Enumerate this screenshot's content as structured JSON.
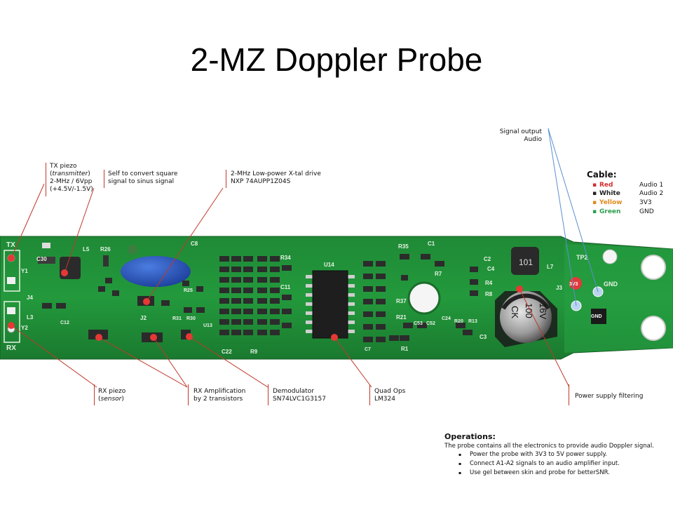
{
  "title": "2-MZ Doppler Probe",
  "labels": {
    "tx_piezo": {
      "line1": "TX piezo",
      "line2": "transmitter",
      "line3": "2-MHz / 6Vpp",
      "line4": "(+4.5V/-1.5V)"
    },
    "self": {
      "line1": "Self to convert square",
      "line2": "signal to sinus signal"
    },
    "xtal": {
      "line1": "2-MHz Low-power X-tal drive",
      "line2": "NXP 74AUPP1Z04S"
    },
    "signal_output": {
      "line1": "Signal output",
      "line2": "Audio"
    },
    "rx_piezo": {
      "line1": "RX piezo",
      "line2": "sensor"
    },
    "rx_amp": {
      "line1": "RX Amplification",
      "line2": "by 2 transistors"
    },
    "demod": {
      "line1": "Demodulator",
      "line2": "SN74LVC1G3157"
    },
    "quad_ops": {
      "line1": "Quad Ops",
      "line2": "LM324"
    },
    "power_filter": {
      "line1": "Power supply filtering"
    }
  },
  "cable": {
    "title": "Cable:",
    "rows": [
      {
        "name": "Red",
        "value": "Audio 1",
        "color": "#d32f2f"
      },
      {
        "name": "White",
        "value": "Audio 2",
        "color": "#222222"
      },
      {
        "name": "Yellow",
        "value": "3V3",
        "color": "#e08a1e"
      },
      {
        "name": "Green",
        "value": "GND",
        "color": "#2e9e4f"
      }
    ]
  },
  "operations": {
    "title": "Operations:",
    "intro": "The probe contains all the electronics to provide audio Doppler signal.",
    "steps": [
      "Power the probe with 3V3 to 5V power supply.",
      "Connect A1-A2 signals to an audio amplifier input.",
      "Use gel between skin and probe for betterSNR."
    ]
  },
  "board": {
    "silkscreen": {
      "tx": "TX",
      "rx": "RX",
      "y1": "Y1",
      "y2": "Y2",
      "j4": "J4",
      "l5": "L5",
      "l3": "L3",
      "c30": "C30",
      "r26": "R26",
      "c8": "C8",
      "r34": "R34",
      "r35": "R35",
      "c1": "C1",
      "c2": "C2",
      "r7": "R7",
      "c4": "C4",
      "r4": "R4",
      "r8": "R8",
      "l7": "L7",
      "c11": "C11",
      "u14": "U14",
      "r37": "R37",
      "r21": "R21",
      "c53": "C53",
      "c52": "C52",
      "c24": "C24",
      "r20": "R20",
      "r13": "R13",
      "c3": "C3",
      "r1": "R1",
      "r9": "R9",
      "c22": "C22",
      "r31": "R31",
      "r30": "R30",
      "j2": "J2",
      "u13": "U13",
      "c7": "C7",
      "r25": "R25",
      "c12": "C12",
      "j3": "J3",
      "tp2": "TP2",
      "gnd": "GND",
      "pad_3v3": "3V3",
      "pad_gnd": "GND",
      "inductor": "101",
      "cap_line1": "16V",
      "cap_line2": "100",
      "cap_line3": "CK"
    }
  }
}
